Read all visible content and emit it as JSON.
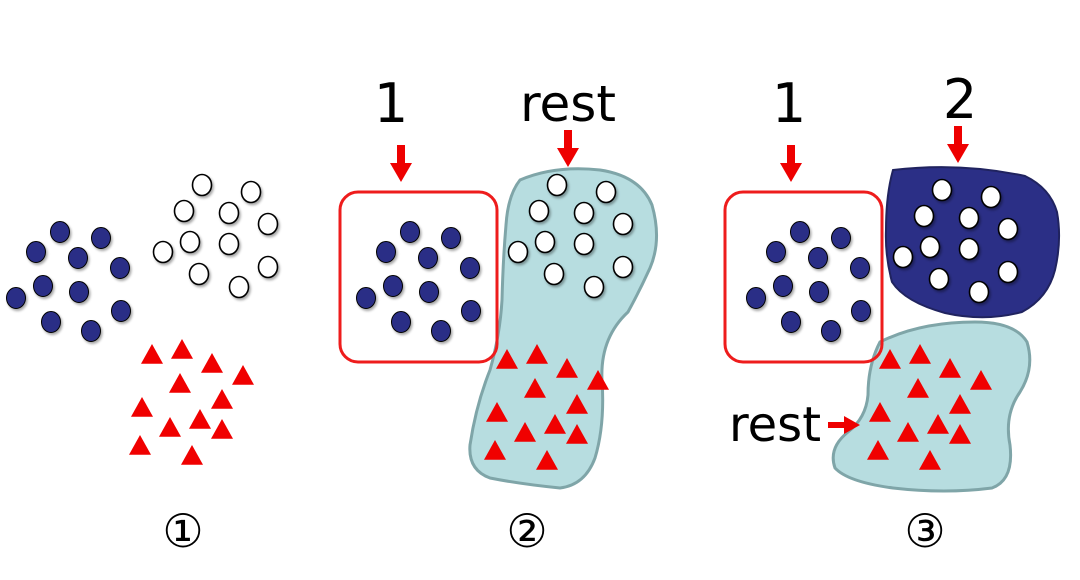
{
  "panels": [
    {
      "id": "panel-1",
      "step_label": "①",
      "arrow_labels": []
    },
    {
      "id": "panel-2",
      "step_label": "②",
      "arrow_labels": [
        "1",
        "rest"
      ]
    },
    {
      "id": "panel-3",
      "step_label": "③",
      "arrow_labels": [
        "1",
        "2",
        "rest"
      ]
    }
  ],
  "colors": {
    "blue_dot": "#2b2f86",
    "blue_region": "#2b2f86",
    "red_triangle": "#f00000",
    "red_box": "#ee1c1c",
    "arrow": "#ee0000",
    "rest_region": "#b7dde0",
    "rest_region_stroke": "#7fa5a8",
    "white_dot": "#ffffff",
    "outline": "#000000"
  },
  "groups": {
    "blue_count": 11,
    "white_count": 11,
    "red_count": 12
  }
}
